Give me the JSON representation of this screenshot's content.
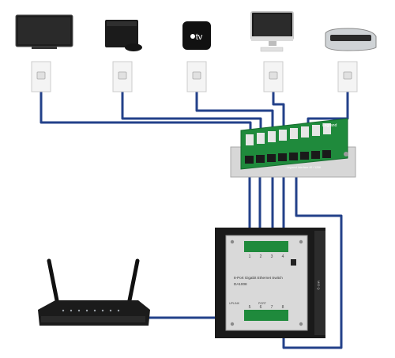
{
  "devices": {
    "tv_label": "",
    "console_label": "",
    "apple_tv_logo": "tv",
    "computer_label": "",
    "printer_label": ""
  },
  "panel": {
    "brand": "Legrand",
    "model": "",
    "caption": "...Legrand Interface 40 / 1206"
  },
  "switch": {
    "title": "8-Port Gigabit Ethernet Switch",
    "model": "DA1008",
    "top_ports": [
      "1",
      "2",
      "3",
      "4"
    ],
    "bottom_ports": [
      "5",
      "6",
      "7",
      "8"
    ],
    "uplink_label": "UPLINK",
    "port_label": "PORT",
    "side_label": "MID Q"
  },
  "colors": {
    "cable": "#23418a",
    "panel_board": "#1f8a3c",
    "switch_plate": "#d9d9d9",
    "enclosure": "#1a1a1a"
  }
}
